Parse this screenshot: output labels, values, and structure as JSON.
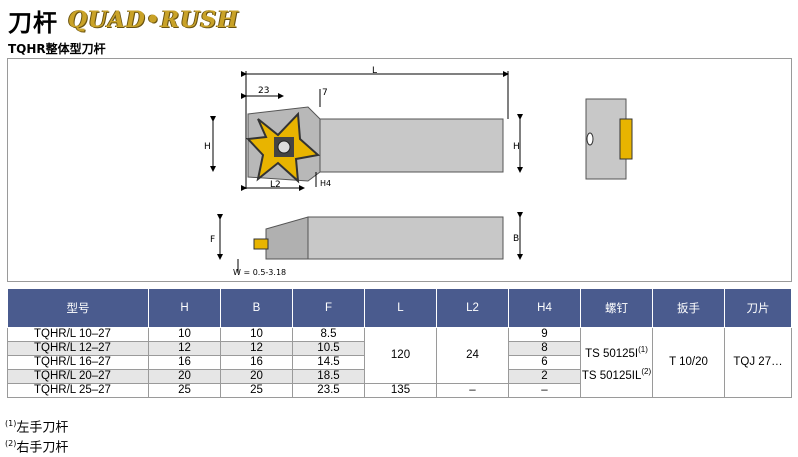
{
  "header": {
    "title": "刀杆",
    "brand": "QUAD•RUSH",
    "subtitle": "TQHR整体型刀杆"
  },
  "drawing_labels": {
    "L": "L",
    "d23": "23",
    "d7": "7",
    "H_left": "H",
    "H_right": "H",
    "L2": "L2",
    "H4": "H4",
    "F": "F",
    "B": "B",
    "W": "W = 0.5-3.18"
  },
  "colors": {
    "header_bg": "#4a5b8e",
    "insert": "#e8b400",
    "body": "#c8c8c8"
  },
  "table": {
    "headers": [
      "型号",
      "H",
      "B",
      "F",
      "L",
      "L2",
      "H4",
      "螺钉",
      "扳手",
      "刀片"
    ],
    "rows": [
      {
        "model": "TQHR/L 10–27",
        "H": "10",
        "B": "10",
        "F": "8.5",
        "H4": "9"
      },
      {
        "model": "TQHR/L 12–27",
        "H": "12",
        "B": "12",
        "F": "10.5",
        "H4": "8"
      },
      {
        "model": "TQHR/L 16–27",
        "H": "16",
        "B": "16",
        "F": "14.5",
        "H4": "6"
      },
      {
        "model": "TQHR/L 20–27",
        "H": "20",
        "B": "20",
        "F": "18.5",
        "H4": "2"
      },
      {
        "model": "TQHR/L 25–27",
        "H": "25",
        "B": "25",
        "F": "23.5",
        "H4": "–"
      }
    ],
    "L_main": "120",
    "L_last": "135",
    "L2_main": "24",
    "L2_last": "–",
    "screw1": "TS 50125I",
    "screw1_note": "(1)",
    "screw2": "TS 50125IL",
    "screw2_note": "(2)",
    "wrench": "T 10/20",
    "insert": "TQJ 27…"
  },
  "notes": [
    {
      "mark": "(1)",
      "text": "左手刀杆"
    },
    {
      "mark": "(2)",
      "text": "右手刀杆"
    }
  ]
}
